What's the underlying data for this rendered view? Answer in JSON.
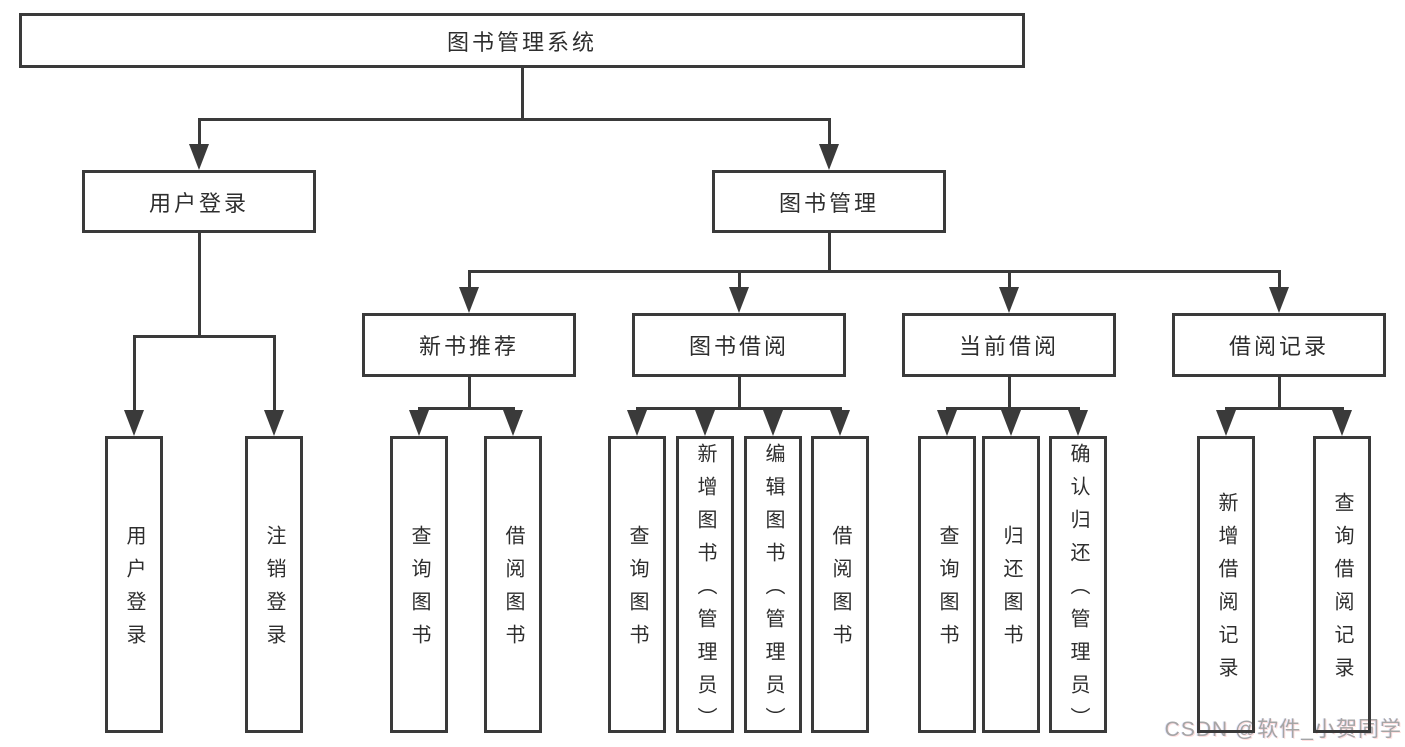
{
  "diagram": {
    "root": {
      "label": "图书管理系统"
    },
    "branches": [
      {
        "label": "用户登录",
        "children": [
          {
            "label": "用户登录"
          },
          {
            "label": "注销登录"
          }
        ]
      },
      {
        "label": "图书管理",
        "children": [
          {
            "label": "新书推荐",
            "children": [
              {
                "label": "查询图书"
              },
              {
                "label": "借阅图书"
              }
            ]
          },
          {
            "label": "图书借阅",
            "children": [
              {
                "label": "查询图书"
              },
              {
                "label": "新增图书（管理员）"
              },
              {
                "label": "编辑图书（管理员）"
              },
              {
                "label": "借阅图书"
              }
            ]
          },
          {
            "label": "当前借阅",
            "children": [
              {
                "label": "查询图书"
              },
              {
                "label": "归还图书"
              },
              {
                "label": "确认归还（管理员）"
              }
            ]
          },
          {
            "label": "借阅记录",
            "children": [
              {
                "label": "新增借阅记录"
              },
              {
                "label": "查询借阅记录"
              }
            ]
          }
        ]
      }
    ]
  },
  "watermark": {
    "text": "CSDN @软件_小贺同学"
  },
  "colors": {
    "line": "#3a3a3a",
    "text": "#2e2e2e",
    "watermark": "#a5a5a5",
    "background": "#ffffff"
  }
}
